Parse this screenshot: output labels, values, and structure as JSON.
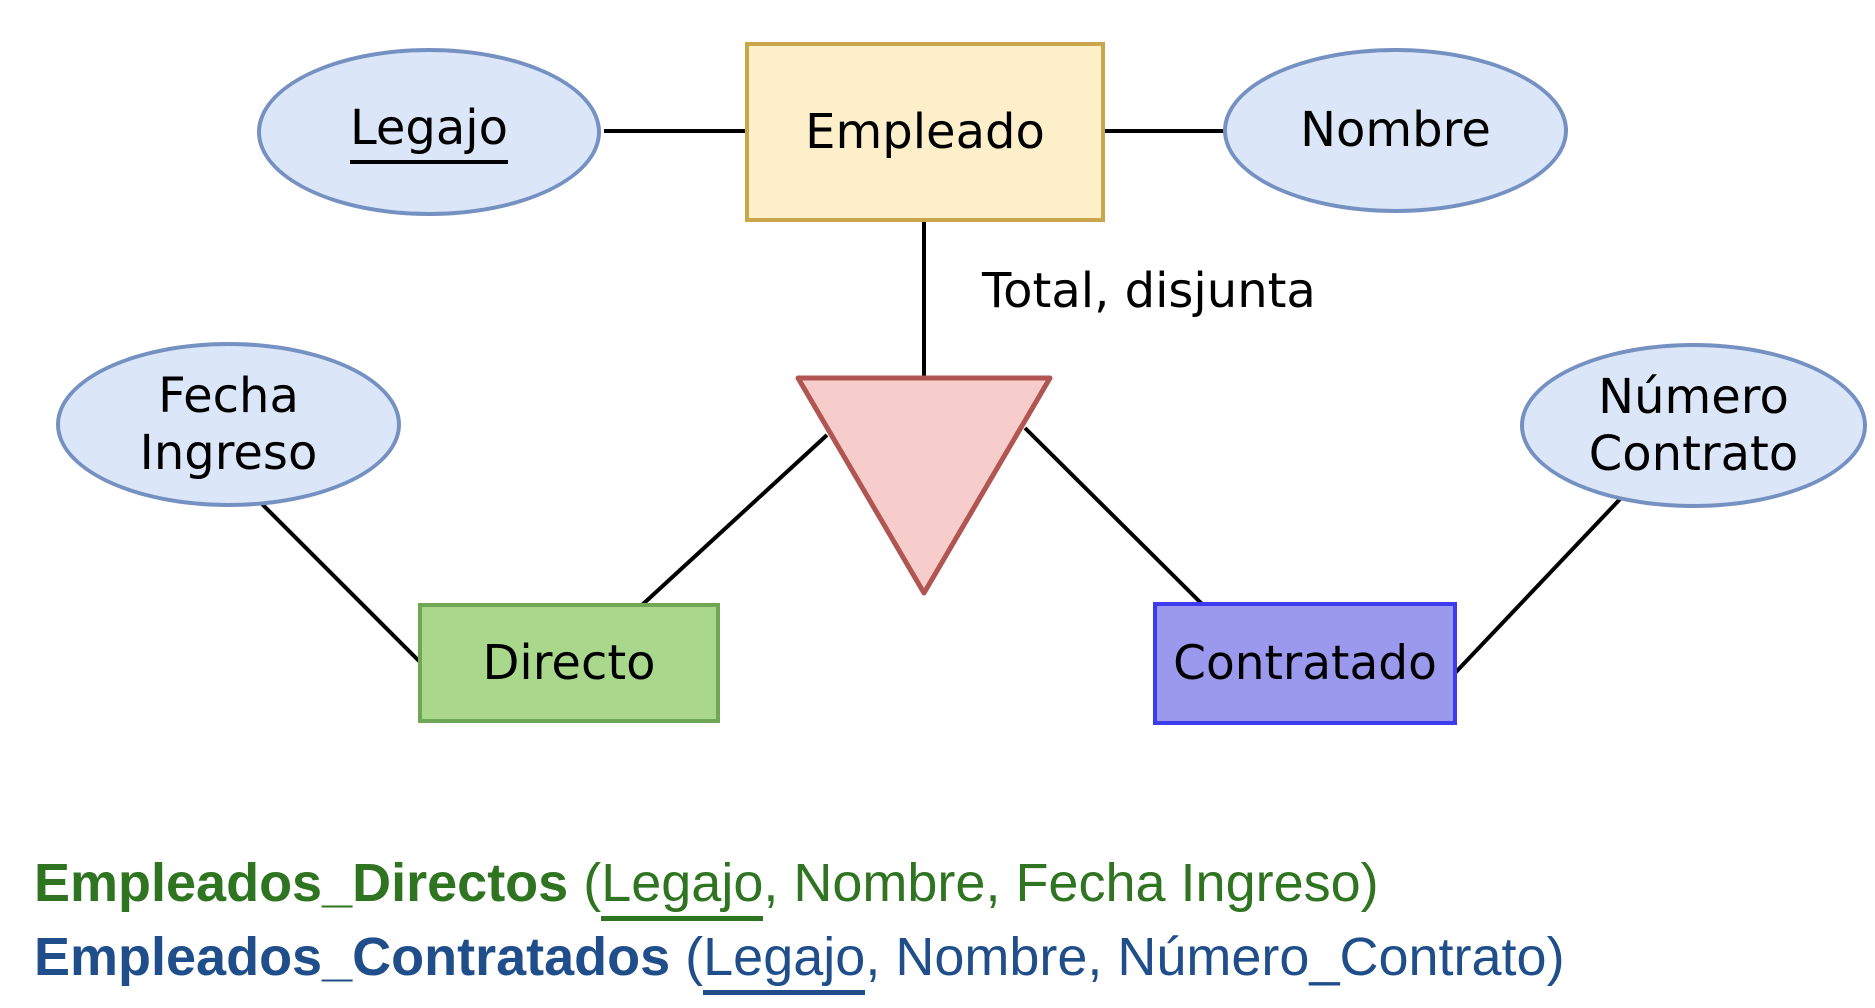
{
  "colors": {
    "attr-fill": "#dbe7f8",
    "attr-stroke": "#7591c2",
    "entity-fill": "#fcefca",
    "entity-stroke": "#c9a54b",
    "isa-fill": "#f6cdca",
    "isa-stroke": "#b15552",
    "directo-fill": "#a9d88c",
    "directo-stroke": "#70a755",
    "contratado-fill": "#9a99ee",
    "contratado-stroke": "#3c3bee",
    "line-color": "#000000",
    "label-color": "#000000",
    "schema-directos-color": "#2f7420",
    "schema-contratados-color": "#1f4e8a"
  },
  "diagram": {
    "entities": {
      "empleado": {
        "label": "Empleado"
      },
      "directo": {
        "label": "Directo"
      },
      "contratado": {
        "label": "Contratado"
      }
    },
    "attributes": {
      "legajo": {
        "label": "Legajo"
      },
      "nombre": {
        "label": "Nombre"
      },
      "fecha_ingreso": {
        "line1": "Fecha",
        "line2": "Ingreso"
      },
      "numero_contrato": {
        "line1": "Número",
        "line2": "Contrato"
      }
    },
    "specialization": {
      "label": "Total, disjunta"
    }
  },
  "schemas": [
    {
      "name": "Empleados_Directos",
      "open": " (",
      "key": "Legajo",
      "rest": ", Nombre, Fecha Ingreso)"
    },
    {
      "name": "Empleados_Contratados",
      "open": " (",
      "key": "Legajo",
      "rest": ", Nombre, Número_Contrato)"
    }
  ]
}
